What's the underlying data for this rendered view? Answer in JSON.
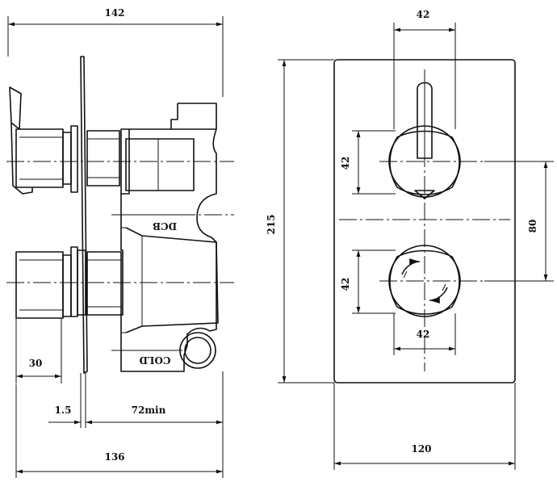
{
  "dimensions": {
    "side_overall_width": "142",
    "side_body_width": "136",
    "side_handle_depth": "30",
    "side_plate": "1.5",
    "side_min_depth": "72min",
    "front_height": "215",
    "front_width": "120",
    "front_handle_spacing": "80",
    "front_top_handle_width": "42",
    "front_top_handle_height": "42",
    "front_bottom_handle_width": "42",
    "front_bottom_handle_height": "42"
  },
  "labels": {
    "outlet_top": "DCB",
    "outlet_bottom": "COLD"
  }
}
